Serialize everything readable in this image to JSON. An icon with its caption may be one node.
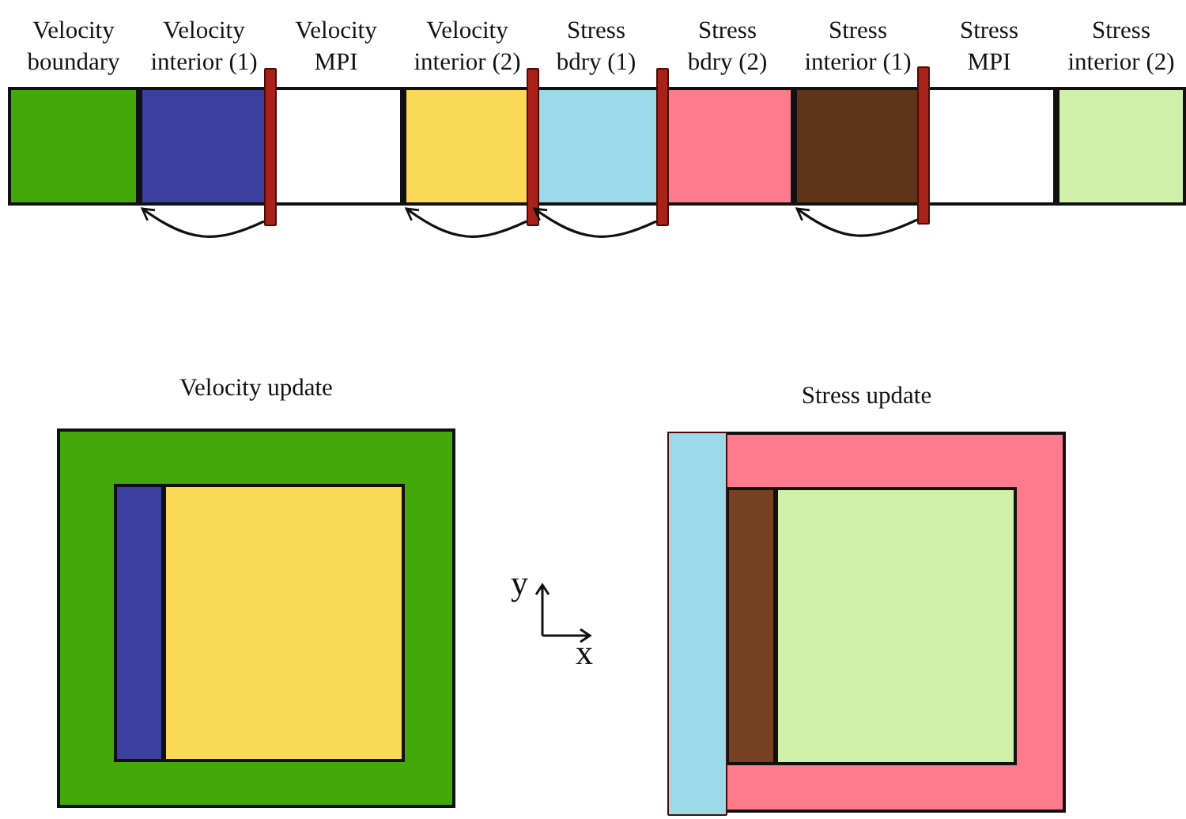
{
  "diagram": {
    "nodes": [
      {
        "text": [
          "Velocity boundary"
        ]
      },
      {
        "text": [
          "Velocity interior (1)"
        ]
      },
      {
        "text": [
          "Velocity MPI"
        ]
      },
      {
        "text": [
          "Velocity interior (2)"
        ]
      },
      {
        "text": [
          "Stress bdry (1)"
        ]
      },
      {
        "text": [
          "Stress bdry (2)"
        ]
      },
      {
        "text": [
          "Stress interior (1)"
        ]
      },
      {
        "text": [
          "Stress MPI"
        ]
      },
      {
        "text": [
          "Stress interior (2)"
        ]
      },
      {
        "text": [],
        "shape": "bar"
      },
      {
        "text": [],
        "shape": "bar"
      },
      {
        "text": [],
        "shape": "bar"
      },
      {
        "text": [],
        "shape": "bar"
      },
      {
        "text": [
          "Velocity update"
        ]
      },
      {
        "text": [],
        "shape": "box",
        "in": 13
      },
      {
        "text": [],
        "shape": "box",
        "in": 13
      },
      {
        "text": [
          "Stress update"
        ]
      },
      {
        "text": [],
        "shape": "bar",
        "in": 16
      },
      {
        "text": [],
        "shape": "box",
        "in": 16
      },
      {
        "text": [],
        "shape": "box",
        "in": 16
      }
    ],
    "edges": [
      {
        "from": 9,
        "to": 1,
        "arrow": "to"
      },
      {
        "from": 10,
        "to": 3,
        "arrow": "to"
      },
      {
        "from": 11,
        "to": 4,
        "arrow": "to"
      },
      {
        "from": 12,
        "to": 6,
        "arrow": "to"
      }
    ],
    "labels": [
      "y",
      "x"
    ]
  }
}
